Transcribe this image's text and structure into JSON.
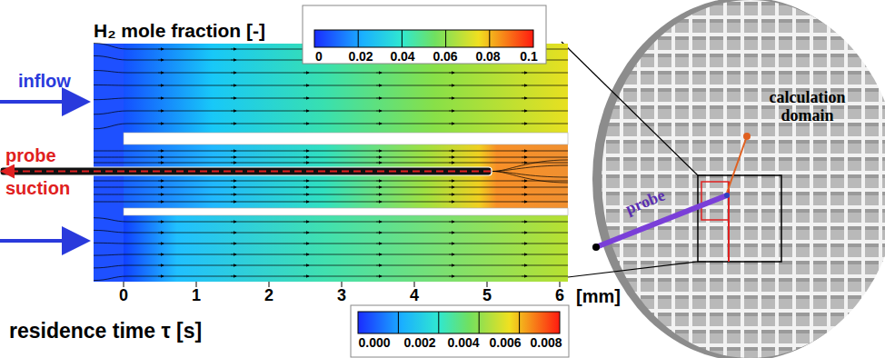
{
  "diagram": {
    "labels": [
      "H₂ mole fraction [-]",
      "0",
      "0.02",
      "0.04",
      "0.06",
      "0.08",
      "0.1",
      "inflow",
      "probe",
      "suction",
      "0",
      "1",
      "2",
      "3",
      "4",
      "5",
      "6",
      "[mm]",
      "residence time τ [s]",
      "0.000",
      "0.002",
      "0.004",
      "0.006",
      "0.008",
      "calculation domain",
      "probe"
    ]
  }
}
